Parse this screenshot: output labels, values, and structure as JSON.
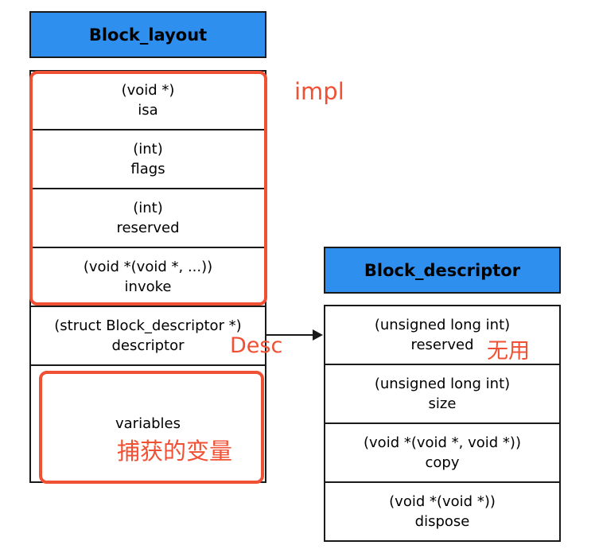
{
  "block_layout": {
    "title": "Block_layout",
    "fields": [
      {
        "type": "(void *)",
        "name": "isa"
      },
      {
        "type": "(int)",
        "name": "flags"
      },
      {
        "type": "(int)",
        "name": "reserved"
      },
      {
        "type": "(void *(void *, ...))",
        "name": "invoke"
      },
      {
        "type": "(struct Block_descriptor *)",
        "name": "descriptor"
      },
      {
        "type": "",
        "name": "variables"
      }
    ]
  },
  "block_descriptor": {
    "title": "Block_descriptor",
    "fields": [
      {
        "type": "(unsigned long int)",
        "name": "reserved"
      },
      {
        "type": "(unsigned long int)",
        "name": "size"
      },
      {
        "type": "(void *(void *, void *))",
        "name": "copy"
      },
      {
        "type": "(void *(void *))",
        "name": "dispose"
      }
    ]
  },
  "annotations": {
    "impl": "impl",
    "desc": "Desc",
    "unused": "无用",
    "captured_vars": "捕获的变量"
  },
  "colors": {
    "title_fill": "#2f8fef",
    "highlight": "#f05033"
  }
}
